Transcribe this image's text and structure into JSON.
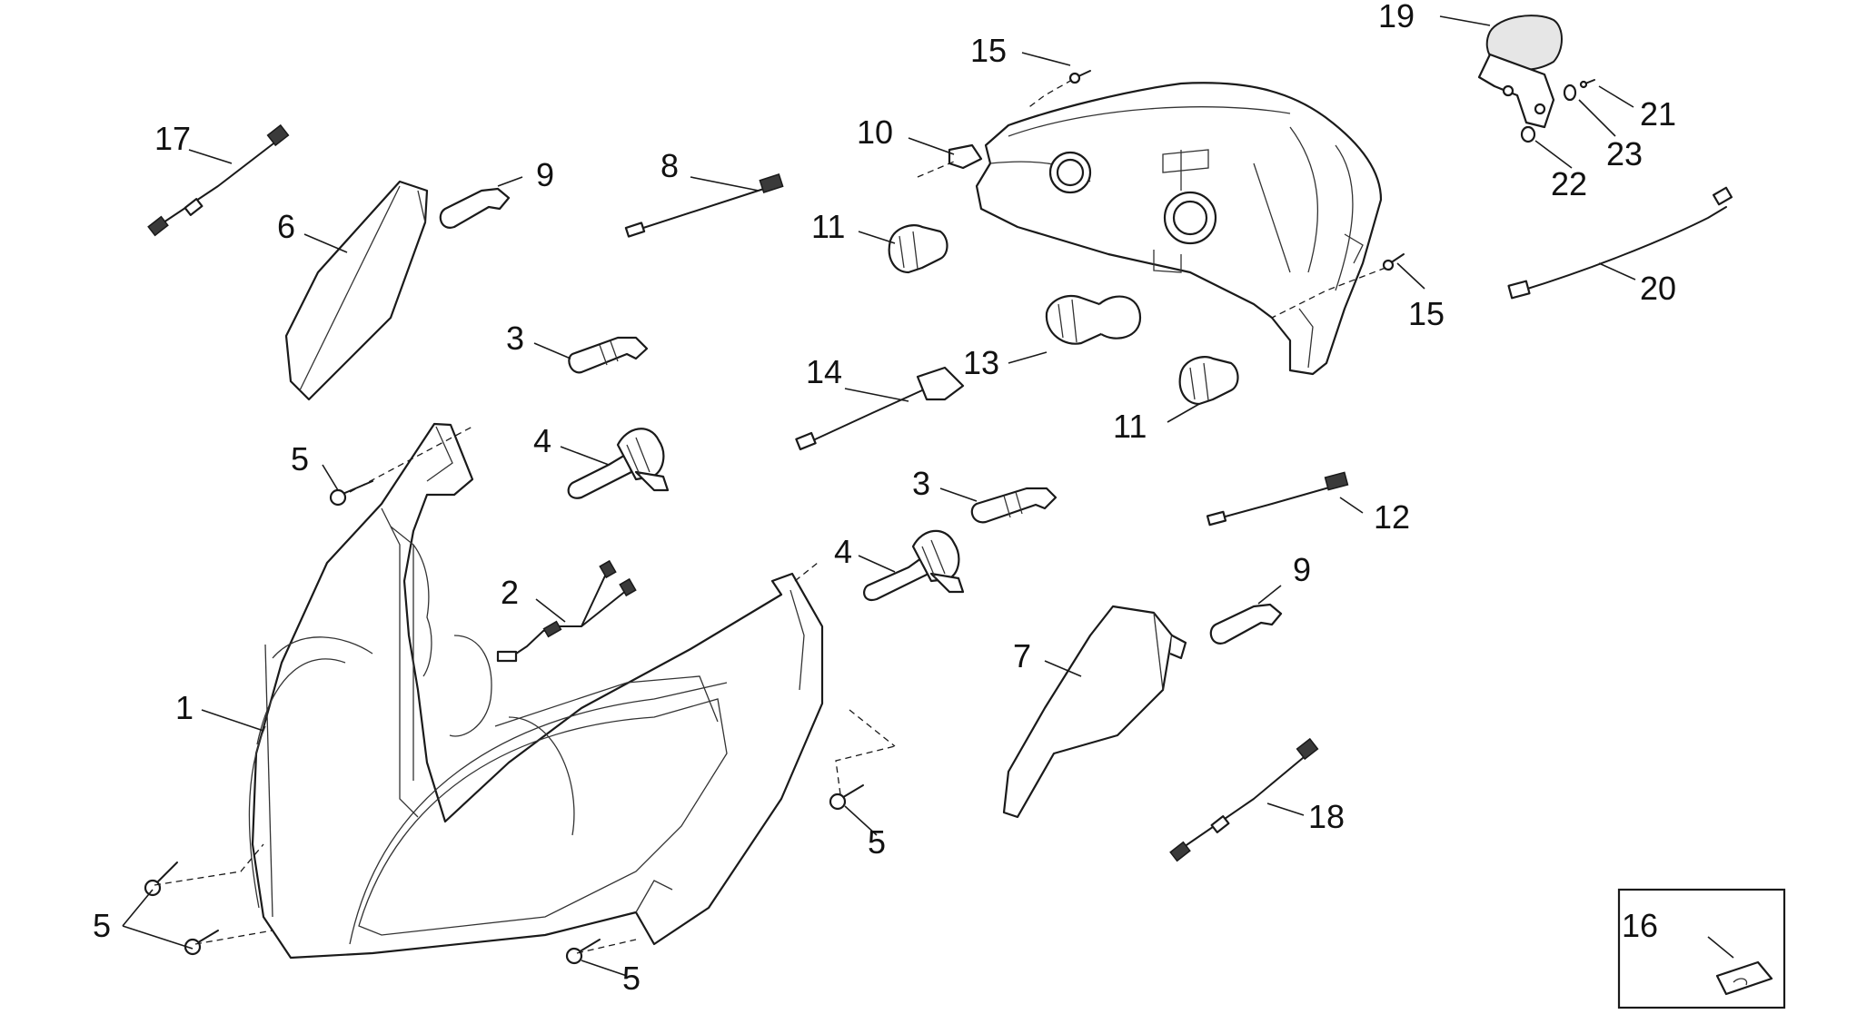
{
  "callouts": {
    "c1": "1",
    "c2": "2",
    "c3a": "3",
    "c3b": "3",
    "c4a": "4",
    "c4b": "4",
    "c5a": "5",
    "c5b": "5",
    "c5c": "5",
    "c5d": "5",
    "c6": "6",
    "c7": "7",
    "c8": "8",
    "c9a": "9",
    "c9b": "9",
    "c10": "10",
    "c11a": "11",
    "c11b": "11",
    "c12": "12",
    "c13": "13",
    "c14": "14",
    "c15a": "15",
    "c15b": "15",
    "c16": "16",
    "c17": "17",
    "c18": "18",
    "c19": "19",
    "c20": "20",
    "c21": "21",
    "c22": "22",
    "c23": "23"
  },
  "colors": {
    "line": "#1a1a1a",
    "background": "#ffffff"
  }
}
